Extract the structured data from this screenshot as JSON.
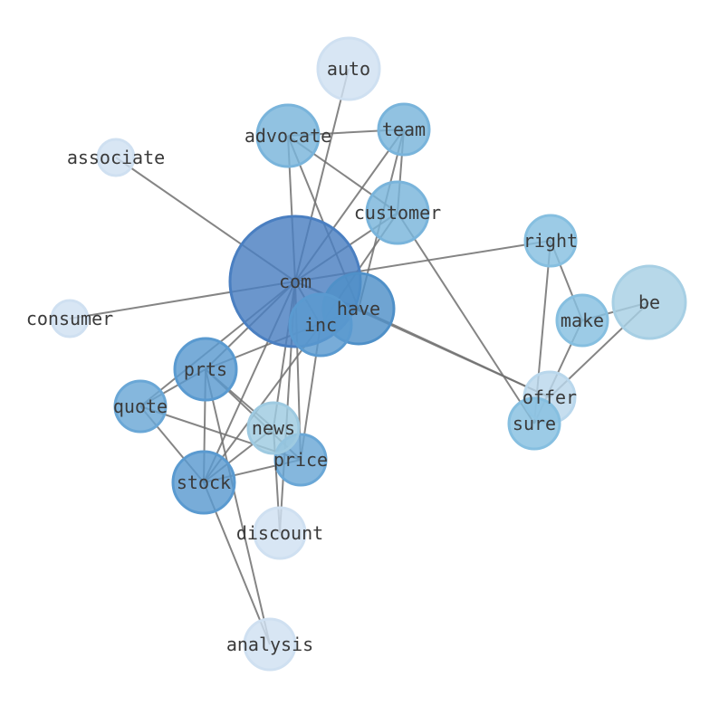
{
  "graph": {
    "nodes": [
      {
        "id": "com",
        "label": "com",
        "color": "#4a7fc1"
      },
      {
        "id": "have",
        "label": "have",
        "color": "#4f90c8"
      },
      {
        "id": "inc",
        "label": "inc",
        "color": "#5a9ad0"
      },
      {
        "id": "prts",
        "label": "prts",
        "color": "#5a9ad0"
      },
      {
        "id": "stock",
        "label": "stock",
        "color": "#5a9ad0"
      },
      {
        "id": "quote",
        "label": "quote",
        "color": "#6aa7d6"
      },
      {
        "id": "price",
        "label": "price",
        "color": "#6aa7d6"
      },
      {
        "id": "news",
        "label": "news",
        "color": "#9ecae1"
      },
      {
        "id": "customer",
        "label": "customer",
        "color": "#79b4db"
      },
      {
        "id": "advocate",
        "label": "advocate",
        "color": "#79b4db"
      },
      {
        "id": "team",
        "label": "team",
        "color": "#79b4db"
      },
      {
        "id": "right",
        "label": "right",
        "color": "#86bfe0"
      },
      {
        "id": "make",
        "label": "make",
        "color": "#86bfe0"
      },
      {
        "id": "be",
        "label": "be",
        "color": "#a7cfe4"
      },
      {
        "id": "offer",
        "label": "offer",
        "color": "#b9d7ec"
      },
      {
        "id": "sure",
        "label": "sure",
        "color": "#86bfe0"
      },
      {
        "id": "auto",
        "label": "auto",
        "color": "#cfe0f1"
      },
      {
        "id": "associate",
        "label": "associate",
        "color": "#cfe0f1"
      },
      {
        "id": "consumer",
        "label": "consumer",
        "color": "#cfe0f1"
      },
      {
        "id": "discount",
        "label": "discount",
        "color": "#cfe0f1"
      },
      {
        "id": "analysis",
        "label": "analysis",
        "color": "#cfe0f1"
      }
    ],
    "edges": [
      [
        "com",
        "auto"
      ],
      [
        "com",
        "associate"
      ],
      [
        "com",
        "consumer"
      ],
      [
        "com",
        "advocate"
      ],
      [
        "com",
        "team"
      ],
      [
        "com",
        "customer"
      ],
      [
        "com",
        "right"
      ],
      [
        "com",
        "offer"
      ],
      [
        "com",
        "prts"
      ],
      [
        "com",
        "quote"
      ],
      [
        "com",
        "stock"
      ],
      [
        "com",
        "news"
      ],
      [
        "com",
        "price"
      ],
      [
        "com",
        "discount"
      ],
      [
        "com",
        "inc"
      ],
      [
        "com",
        "have"
      ],
      [
        "have",
        "advocate"
      ],
      [
        "have",
        "team"
      ],
      [
        "have",
        "offer"
      ],
      [
        "have",
        "prts"
      ],
      [
        "inc",
        "stock"
      ],
      [
        "inc",
        "price"
      ],
      [
        "inc",
        "customer"
      ],
      [
        "advocate",
        "team"
      ],
      [
        "advocate",
        "customer"
      ],
      [
        "customer",
        "team"
      ],
      [
        "customer",
        "sure"
      ],
      [
        "right",
        "make"
      ],
      [
        "right",
        "sure"
      ],
      [
        "make",
        "be"
      ],
      [
        "make",
        "sure"
      ],
      [
        "be",
        "offer"
      ],
      [
        "prts",
        "stock"
      ],
      [
        "prts",
        "quote"
      ],
      [
        "prts",
        "price"
      ],
      [
        "prts",
        "news"
      ],
      [
        "quote",
        "stock"
      ],
      [
        "quote",
        "price"
      ],
      [
        "stock",
        "price"
      ],
      [
        "stock",
        "news"
      ],
      [
        "stock",
        "analysis"
      ],
      [
        "news",
        "discount"
      ],
      [
        "prts",
        "analysis"
      ]
    ]
  }
}
